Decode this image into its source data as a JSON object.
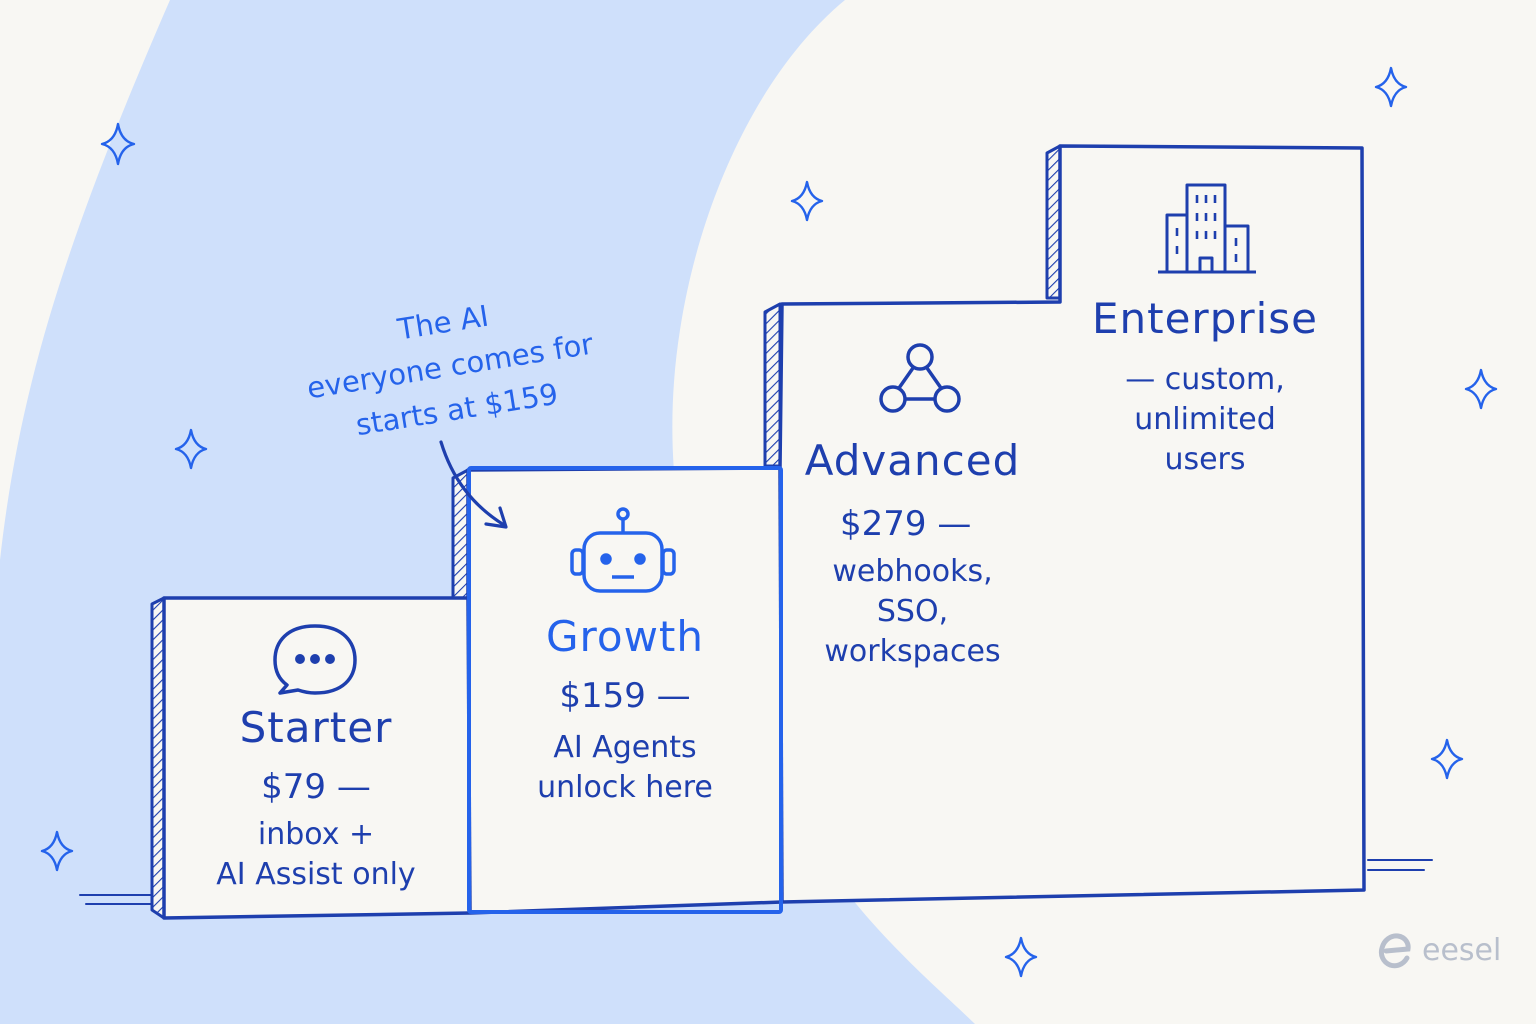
{
  "callout": {
    "lines": [
      "The AI",
      "everyone comes for",
      "starts at $159"
    ]
  },
  "tiers": [
    {
      "name": "Starter",
      "price": "$79 —",
      "desc": [
        "inbox +",
        "AI Assist only"
      ],
      "icon": "chat-bubble-icon"
    },
    {
      "name": "Growth",
      "price": "$159 —",
      "desc": [
        "AI Agents",
        "unlock here"
      ],
      "icon": "robot-icon"
    },
    {
      "name": "Advanced",
      "price": "$279 —",
      "desc": [
        "webhooks,",
        "SSO,",
        "workspaces"
      ],
      "icon": "webhook-icon"
    },
    {
      "name": "Enterprise",
      "price": "",
      "desc": [
        "— custom,",
        "unlimited",
        "users"
      ],
      "icon": "building-icon"
    }
  ],
  "logo": {
    "text": "eesel",
    "icon": "eesel-logo-icon"
  },
  "colors": {
    "background": "#f8f7f3",
    "blob": "#cfe0fb",
    "ink": "#1e3fae",
    "accent": "#2563eb",
    "logo": "#b8bfcc"
  }
}
